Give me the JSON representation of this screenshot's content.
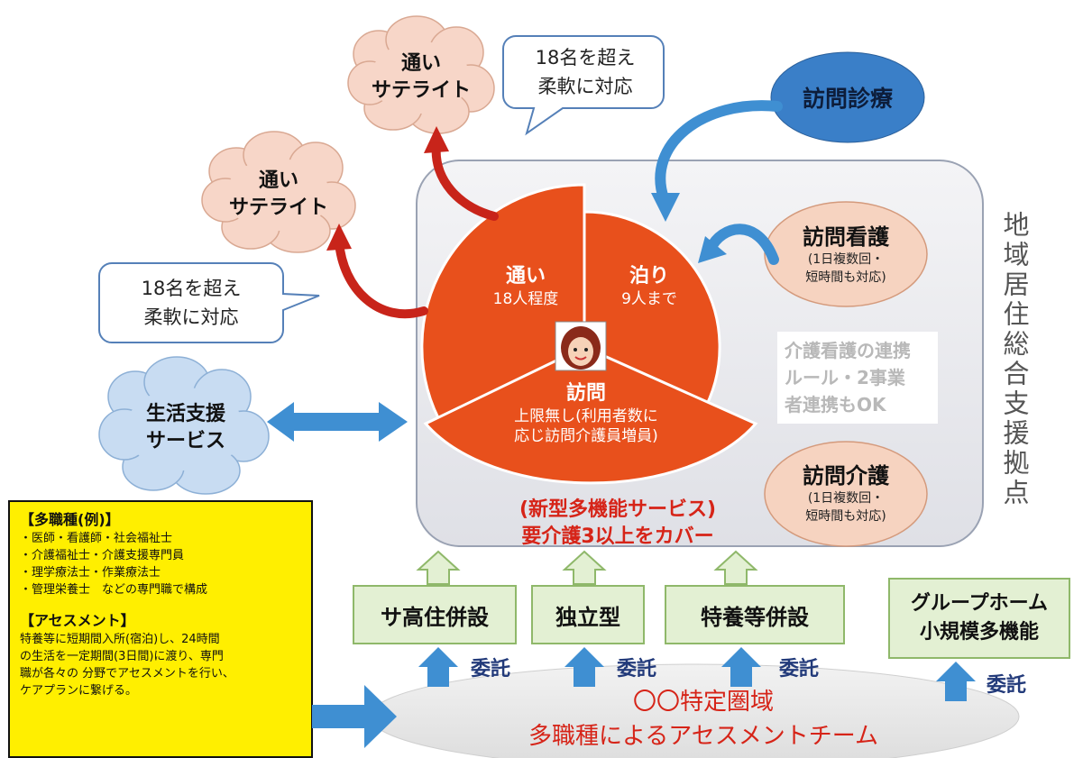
{
  "clouds": {
    "top": {
      "line1": "通い",
      "line2": "サテライト"
    },
    "left": {
      "line1": "通い",
      "line2": "サテライト"
    },
    "life_support": {
      "line1": "生活支援",
      "line2": "サービス"
    }
  },
  "callouts": {
    "top": {
      "line1": "18名を超え",
      "line2": "柔軟に対応"
    },
    "left": {
      "line1": "18名を超え",
      "line2": "柔軟に対応"
    }
  },
  "home_visit_care_oval": "訪問診療",
  "pie": {
    "kayoi": {
      "title": "通い",
      "sub": "18人程度"
    },
    "tomari": {
      "title": "泊り",
      "sub": "9人まで"
    },
    "houmon": {
      "title": "訪問",
      "sub1": "上限無し(利用者数に",
      "sub2": "応じ訪問介護員増員)"
    }
  },
  "right_ovals": {
    "nursing": {
      "title": "訪問看護",
      "sub1": "(1日複数回・",
      "sub2": "短時間も対応)"
    },
    "care": {
      "title": "訪問介護",
      "sub1": "(1日複数回・",
      "sub2": "短時間も対応)"
    }
  },
  "cooperation_note": {
    "line1": "介護看護の連携",
    "line2": "ルール・2事業",
    "line3": "者連携もOK"
  },
  "center_caption": {
    "line1": "(新型多機能サービス)",
    "line2": "要介護3以上をカバー"
  },
  "vertical_label": "地域居住総合支援拠点",
  "green_boxes": {
    "b1": "サ高住併設",
    "b2": "独立型",
    "b3": "特養等併設",
    "b4_line1": "グループホーム",
    "b4_line2": "小規模多機能"
  },
  "itaku_label": "委託",
  "team_oval": {
    "line1": "〇〇特定圏域",
    "line2": "多職種によるアセスメントチーム"
  },
  "yellow_box": {
    "heading1": "【多職種(例)】",
    "items": [
      "・医師・看護師・社会福祉士",
      "・介護福祉士・介護支援専門員",
      "・理学療法士・作業療法士",
      "・管理栄養士　などの専門職で構成"
    ],
    "heading2": "【アセスメント】",
    "assessment_lines": [
      "特養等に短期間入所(宿泊)し、24時間",
      "の生活を一定期間(3日間)に渡り、専門",
      "職が各々の 分野でアセスメントを行い、",
      "ケアプランに繋げる。"
    ]
  },
  "colors": {
    "pie": "#e8501c",
    "pie_edge": "#ffffff",
    "cloud_pink": "#f7d6c8",
    "cloud_blue": "#c8dcf2",
    "oval_peach": "#f6d3c0",
    "oval_blue": "#3a7fc8",
    "green_box": "#e3f0d3",
    "yellow": "#ffef00",
    "red_text": "#d62418",
    "blue_arrow": "#3f8fd2",
    "red_arrow": "#c8241a"
  }
}
